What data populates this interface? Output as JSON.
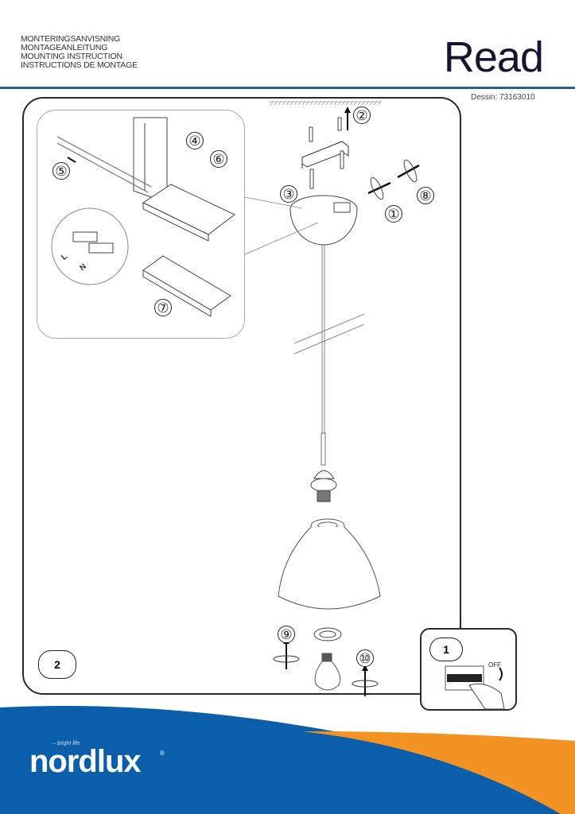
{
  "header": {
    "instruction_titles": [
      "MONTERINGSANVISNING",
      "MONTAGEANLEITUNG",
      "MOUNTING INSTRUCTION",
      "INSTRUCTIONS DE MONTAGE"
    ],
    "product_name": "Read",
    "drawing_ref": "Dessin: 73163010",
    "rule_color": "#2d5f8e"
  },
  "steps": {
    "main_step_label": "2",
    "power_step_label": "1",
    "power_switch_text": "OFF"
  },
  "callouts": [
    "①",
    "②",
    "③",
    "④",
    "⑤",
    "⑥",
    "⑦",
    "⑧",
    "⑨",
    "⑩"
  ],
  "detail": {
    "wire_labels": [
      "L",
      "N"
    ]
  },
  "footer": {
    "brand": "nordlux",
    "tagline": "– bright life",
    "registered_mark": "®",
    "blue_color": "#0a5eaa",
    "orange_color": "#f29323"
  }
}
